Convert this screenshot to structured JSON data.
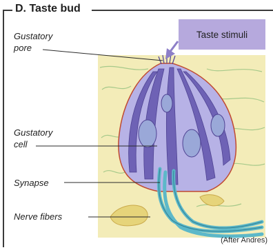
{
  "section": {
    "title": "D. Taste bud"
  },
  "stimuli_label": "Taste stimuli",
  "labels": {
    "pore_line1": "Gustatory",
    "pore_line2": "pore",
    "cell_line1": "Gustatory",
    "cell_line2": "cell",
    "synapse": "Synapse",
    "nerve_fibers": "Nerve fibers"
  },
  "credit": "(After Andres)",
  "colors": {
    "tissue": "#f3ecb8",
    "tissue_lines": "#a6c98a",
    "cell_fill": "#b7b2e6",
    "cell_dark": "#6e62b5",
    "nucleus": "#9aa8d8",
    "nerve": "#5cb8c9",
    "nerve_support": "#e6d47a",
    "accent_box": "#b6a9dd",
    "outline": "#c04a30"
  }
}
